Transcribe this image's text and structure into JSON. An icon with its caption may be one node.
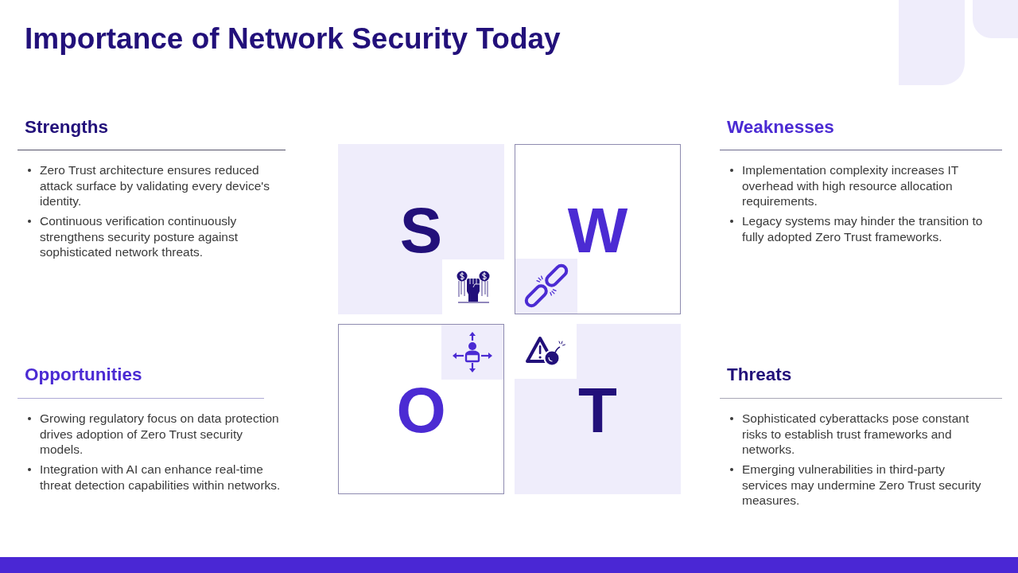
{
  "diagram": {
    "title": "Importance of Network Security Today",
    "nodes": [
      {
        "text": [
          "S"
        ]
      },
      {
        "text": [
          "W"
        ]
      },
      {
        "text": [
          "O"
        ]
      },
      {
        "text": [
          "T"
        ]
      }
    ],
    "labels": [
      "Strengths",
      "Zero Trust architecture ensures reduced attack surface by validating every device's identity.",
      "Continuous verification continuously strengthens security posture against sophisticated network threats.",
      "Weaknesses",
      "Implementation complexity increases IT overhead with high resource allocation requirements.",
      "Legacy systems may hinder the transition to fully adopted Zero Trust frameworks.",
      "Opportunities",
      "Growing regulatory focus on data protection drives adoption of Zero Trust security models.",
      "Integration with AI can enhance real-time threat detection capabilities within networks.",
      "Threats",
      "Sophisticated cyberattacks pose constant risks to establish trust frameworks and networks.",
      "Emerging vulnerabilities in third-party services may undermine Zero Trust security measures."
    ]
  }
}
